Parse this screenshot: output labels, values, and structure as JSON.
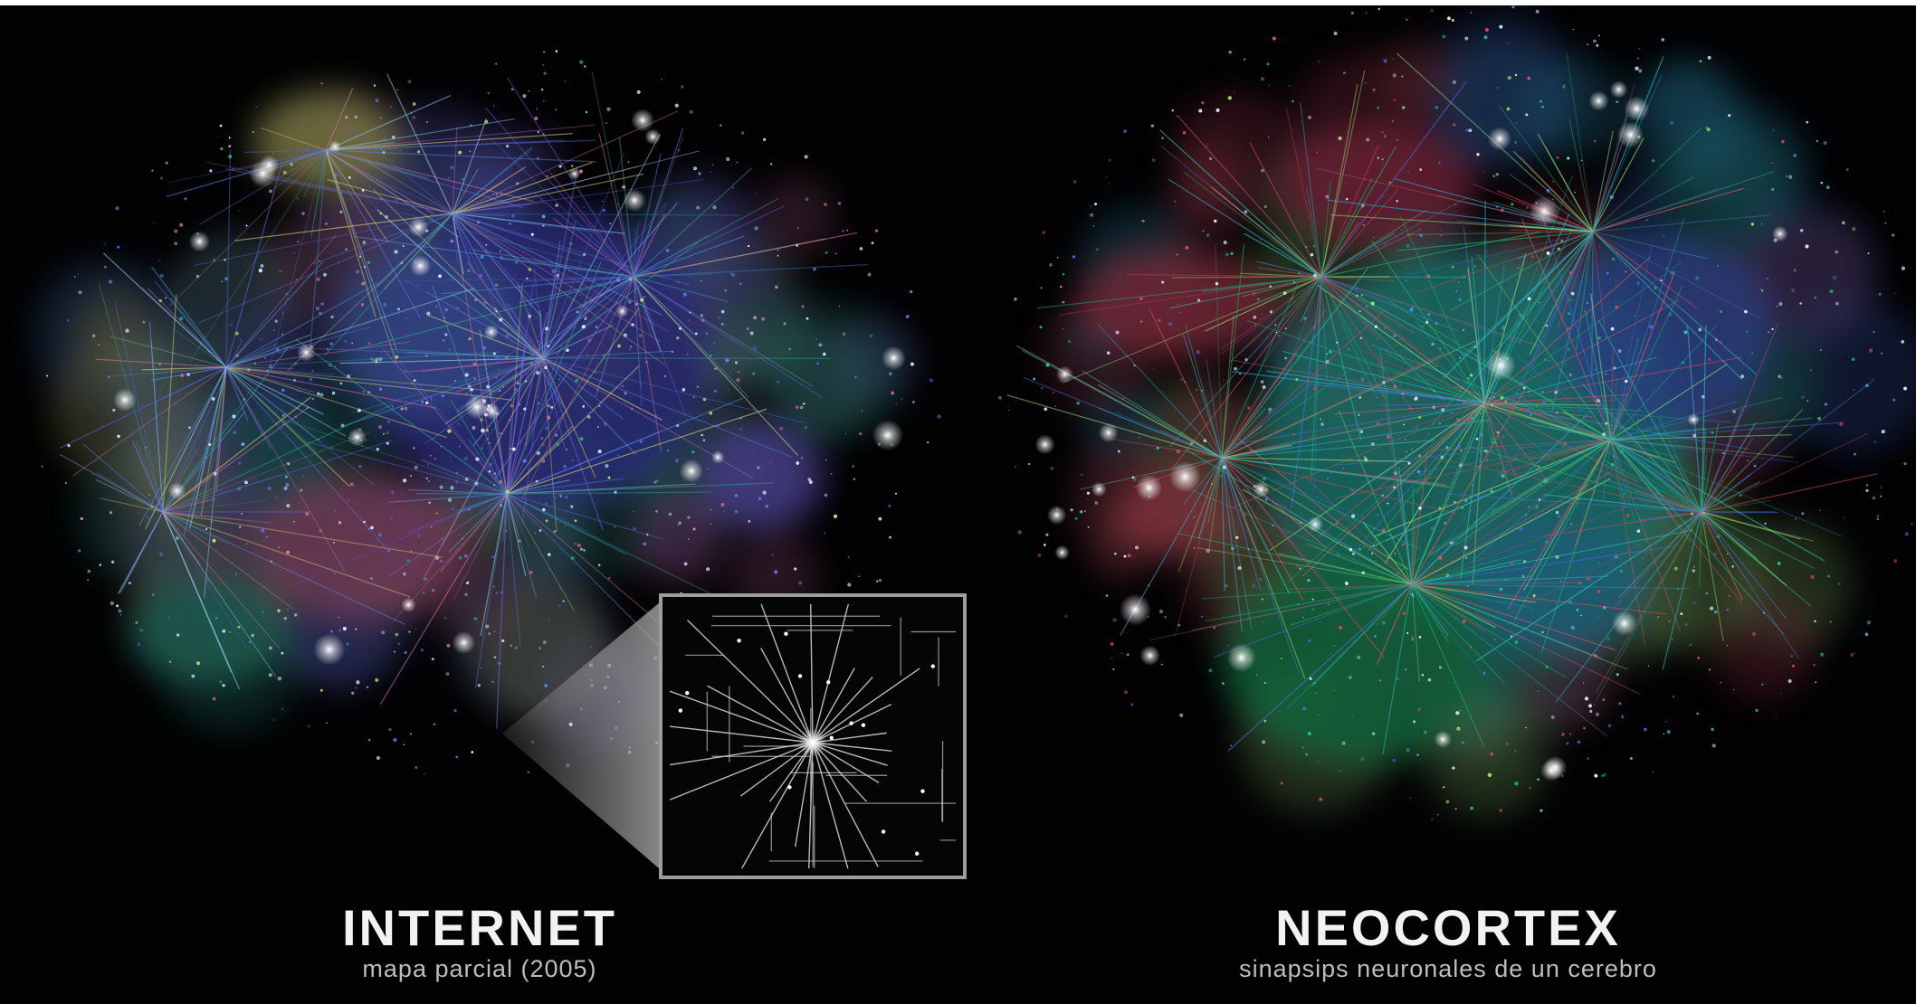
{
  "colors": {
    "background": "#020203",
    "internet_palette": [
      "#5a5fd6",
      "#7b6cf0",
      "#4f8be0",
      "#2f9e8c",
      "#c96b9a",
      "#d6d27a",
      "#8fd0e8"
    ],
    "neocortex_palette": [
      "#1fb06a",
      "#2ec7b8",
      "#36a9d6",
      "#4a6ee0",
      "#c8465f",
      "#e05a6a",
      "#9be07a"
    ]
  },
  "internet": {
    "title": "INTERNET",
    "subtitle": "mapa parcial (2005)"
  },
  "neocortex": {
    "title": "NEOCORTEX",
    "subtitle": "sinapsips neuronales de un cerebro"
  }
}
